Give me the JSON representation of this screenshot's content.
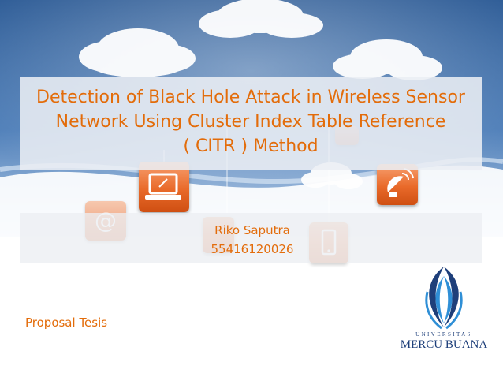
{
  "slide": {
    "title_lines": [
      "Detection of Black Hole Attack in Wireless Sensor",
      "Network Using Cluster Index Table Reference",
      "( CITR ) Method"
    ],
    "author": {
      "name": "Riko Saputra",
      "id": "55416120026"
    },
    "subtitle": "Proposal Tesis",
    "logo": {
      "top_text": "UNIVERSITAS",
      "name": "MERCU BUANA"
    }
  },
  "colors": {
    "title_text": "#e36c0a",
    "sky_top": "#2f5d97",
    "sky_bottom": "#8fb3d9",
    "logo_blue": "#1e3f7a",
    "logo_light_blue": "#2f8fd6"
  },
  "icons": [
    "at-sign-icon",
    "laptop-icon",
    "phone-icon",
    "satellite-dish-icon",
    "cloud-icon"
  ]
}
